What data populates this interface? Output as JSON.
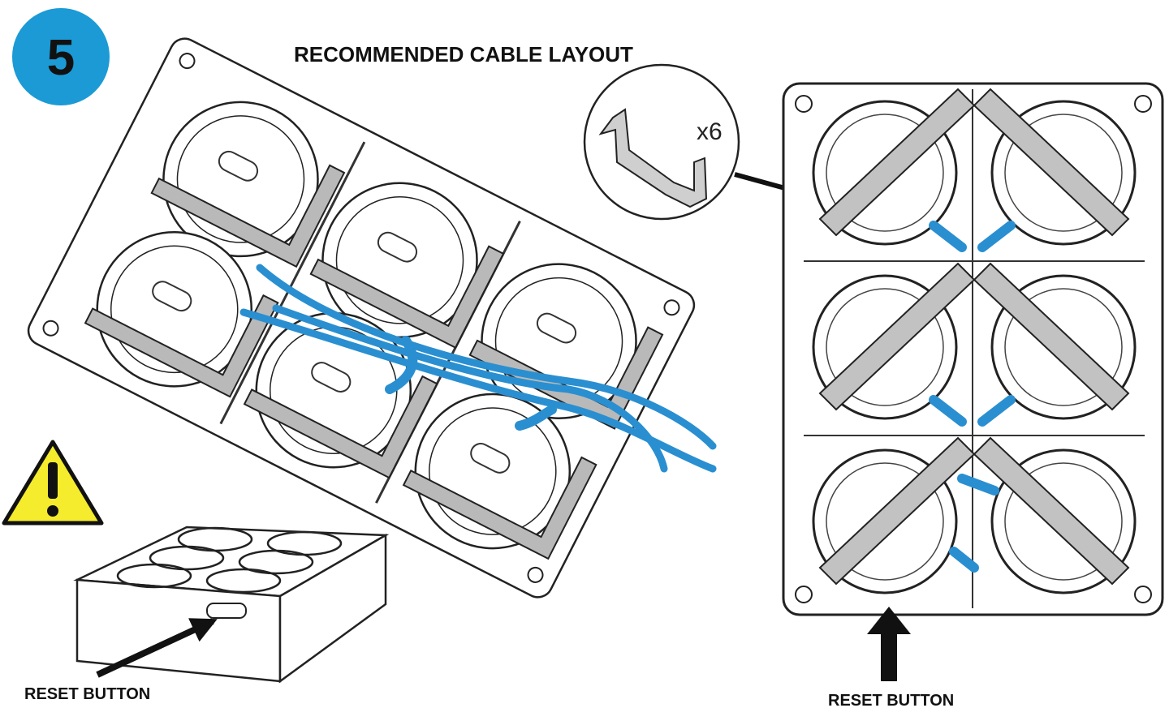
{
  "step": {
    "number": "5",
    "badge_color": "#1b9ad6"
  },
  "title": "RECOMMENDED CABLE LAYOUT",
  "clip_callout": {
    "quantity": "x6"
  },
  "labels": {
    "reset_left": "RESET BUTTON",
    "reset_right": "RESET BUTTON"
  },
  "colors": {
    "cable": "#2a8fd0",
    "clip": "#b9b9b9",
    "warning": "#f4ec2c"
  },
  "icons": {
    "warning": "warning-triangle-icon",
    "arrow": "arrow-icon"
  }
}
